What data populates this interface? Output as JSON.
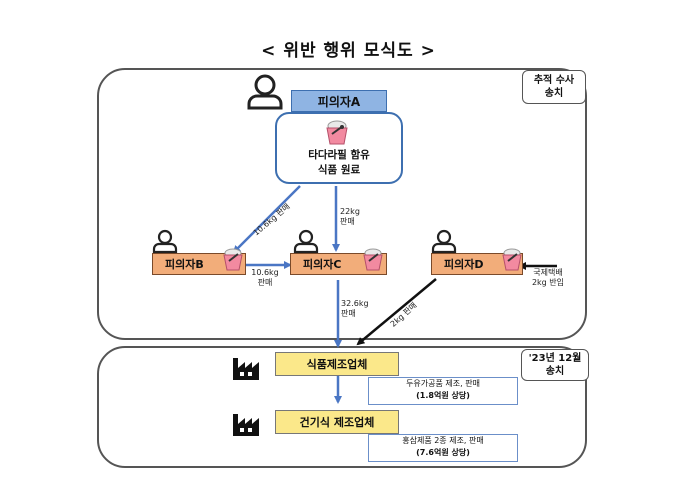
{
  "title": "< 위반 행위 모식도 >",
  "top_region": {
    "tag_line1": "추적 수사",
    "tag_line2": "송치"
  },
  "bottom_region": {
    "tag_line1": "'23년 12월",
    "tag_line2": "송치"
  },
  "persons": {
    "a": {
      "name": "피의자A",
      "material_line1": "타다라필 함유",
      "material_line2": "식품 원료"
    },
    "b": {
      "name": "피의자B"
    },
    "c": {
      "name": "피의자C"
    },
    "d": {
      "name": "피의자D"
    }
  },
  "flows": {
    "a_to_b": "10.6kg 판매",
    "a_to_c_line1": "22kg",
    "a_to_c_line2": "판매",
    "b_to_c_line1": "10.6kg",
    "b_to_c_line2": "판매",
    "c_to_factory_line1": "32.6kg",
    "c_to_factory_line2": "판매",
    "d_to_factory": "2kg 판매",
    "import_line1": "국제택배",
    "import_line2": "2kg 반입"
  },
  "factories": {
    "food": {
      "name": "식품제조업체",
      "result_line1": "두유가공품 제조, 판매",
      "result_line2": "(1.8억원 상당)"
    },
    "health": {
      "name": "건기식 제조업체",
      "result_line1": "홍삼제품 2종 제조, 판매",
      "result_line2": "(7.6억원 상당)"
    }
  },
  "colors": {
    "blue_arrow": "#4a76c4",
    "black_arrow": "#111111",
    "person_box": "#8fb4e3",
    "suspect_box": "#f2ad7a",
    "factory_box": "#fbe88a"
  }
}
